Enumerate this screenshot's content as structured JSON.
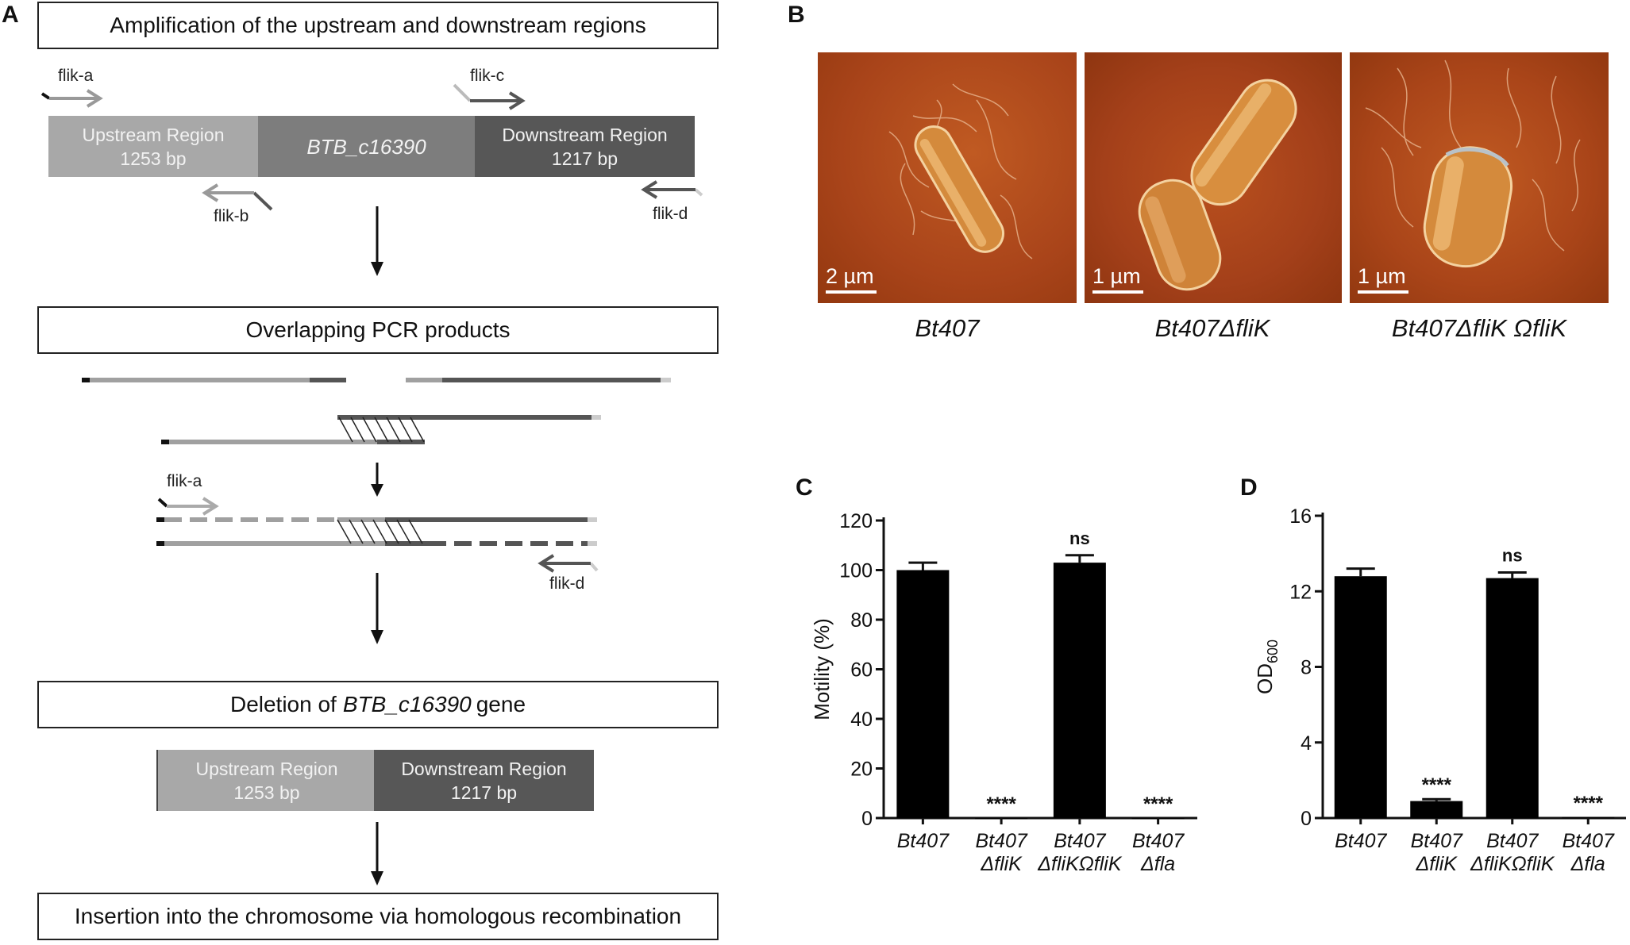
{
  "panelA": {
    "letter": "A",
    "step1": "Amplification of the upstream and downstream regions",
    "step2": "Overlapping PCR products",
    "step3_prefix": "Deletion of",
    "step3_gene": "BTB_c16390",
    "step3_suffix": "gene",
    "step4": "Insertion into the chromosome via homologous recombination",
    "primers": {
      "a": "flik-a",
      "b": "flik-b",
      "c": "flik-c",
      "d": "flik-d"
    },
    "upstream": {
      "name": "Upstream Region",
      "size": "1253 bp"
    },
    "gene": "BTB_c16390",
    "downstream": {
      "name": "Downstream Region",
      "size": "1217 bp"
    }
  },
  "panelB": {
    "letter": "B",
    "images": [
      {
        "scale": "2 µm",
        "strain": "Bt407"
      },
      {
        "scale": "1 µm",
        "strain": "Bt407ΔfliK"
      },
      {
        "scale": "1 µm",
        "strain": "Bt407ΔfliK ΩfliK"
      }
    ]
  },
  "chart_data": [
    {
      "type": "bar",
      "panel": "C",
      "ylabel": "Motility (%)",
      "ylim": [
        0,
        120
      ],
      "yticks": [
        "0",
        "20",
        "40",
        "60",
        "80",
        "100",
        "120"
      ],
      "categories": [
        [
          "Bt407",
          ""
        ],
        [
          "Bt407",
          "ΔfliK"
        ],
        [
          "Bt407",
          "ΔfliKΩfliK"
        ],
        [
          "Bt407",
          "Δfla"
        ]
      ],
      "values": [
        100,
        0,
        103,
        0
      ],
      "errors": [
        3,
        0,
        3,
        0
      ],
      "annotations": [
        "",
        "****",
        "ns",
        "****"
      ],
      "color": "#000000"
    },
    {
      "type": "bar",
      "panel": "D",
      "ylabel_main": "OD",
      "ylabel_sub": "600",
      "ylim": [
        0,
        16
      ],
      "yticks": [
        "0",
        "4",
        "8",
        "12",
        "16"
      ],
      "categories": [
        [
          "Bt407",
          ""
        ],
        [
          "Bt407",
          "ΔfliK"
        ],
        [
          "Bt407",
          "ΔfliKΩfliK"
        ],
        [
          "Bt407",
          "Δfla"
        ]
      ],
      "values": [
        12.8,
        0.9,
        12.7,
        0.05
      ],
      "errors": [
        0.4,
        0.1,
        0.3,
        0
      ],
      "annotations": [
        "",
        "****",
        "ns",
        "****"
      ],
      "color": "#000000"
    }
  ]
}
